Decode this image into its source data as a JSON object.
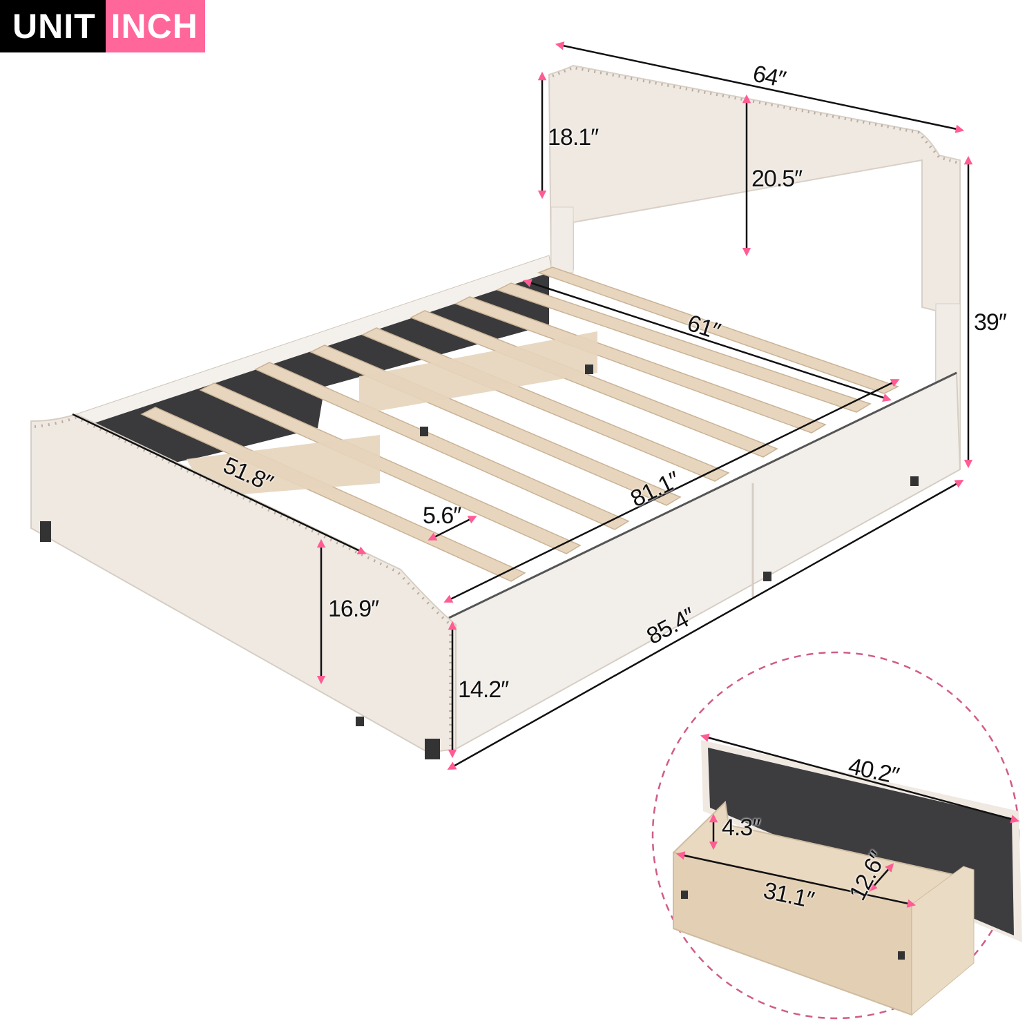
{
  "unit_badge": {
    "label": "UNIT",
    "value": "INCH",
    "label_bg": "#000000",
    "value_bg": "#ff6699"
  },
  "colors": {
    "arrow": "#ff5c93",
    "line": "#111111",
    "upholstery": "#efe9e2",
    "slats": "#e8d5bd",
    "dark_fabric": "#3a3a3c"
  },
  "dimensions": {
    "headboard_width": "64″",
    "headboard_panel_height": "18.1″",
    "headboard_height": "20.5″",
    "total_height": "39″",
    "inner_width": "61″",
    "inner_length": "81.1″",
    "side_length": "51.8″",
    "slat_gap": "5.6″",
    "footboard_height": "16.9″",
    "side_rail_height": "14.2″",
    "total_length": "85.4″"
  },
  "drawer_detail": {
    "front_width": "40.2″",
    "depth_height": "4.3″",
    "inner_length": "31.1″",
    "inner_width": "12.6″"
  }
}
